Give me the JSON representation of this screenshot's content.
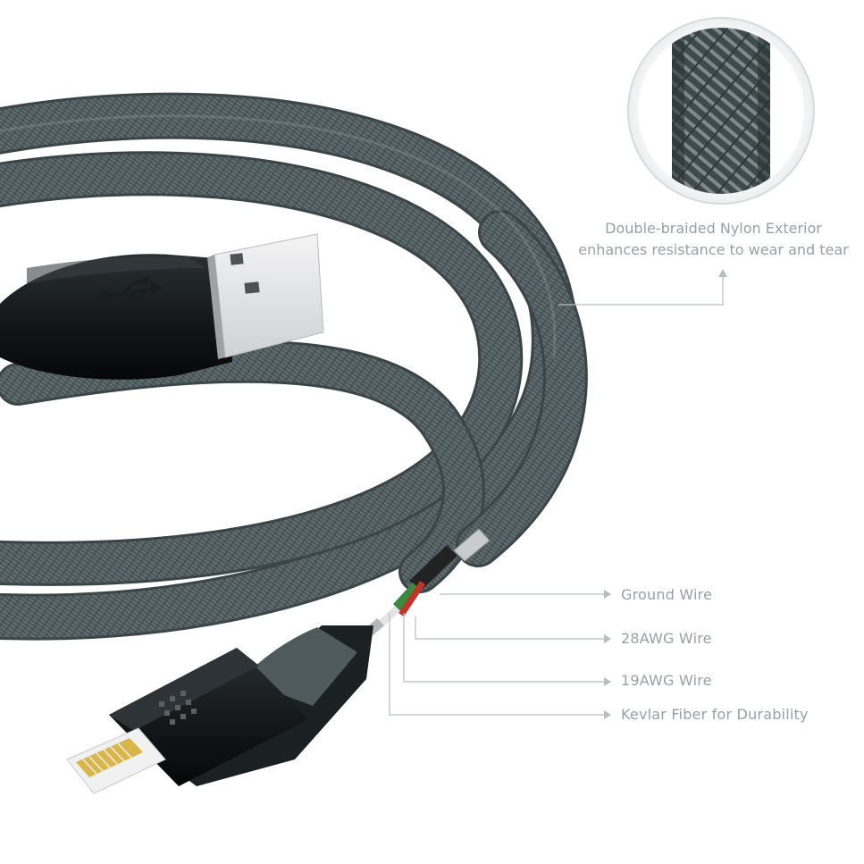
{
  "callouts": {
    "exterior": {
      "line1": "Double-braided Nylon Exterior",
      "line2": "enhances resistance to wear and tear"
    },
    "wires": [
      {
        "label": "Ground Wire"
      },
      {
        "label": "28AWG Wire"
      },
      {
        "label": "19AWG Wire"
      },
      {
        "label": "Kevlar Fiber for Durability"
      }
    ]
  },
  "colors": {
    "cable": "#4b575b",
    "cable_highlight": "#7b8689",
    "connector_body": "#111416",
    "usb_metal": "#e6e7e8",
    "lightning_metal": "#f1f1f1",
    "gold_contacts": "#d9b64a",
    "leader_line": "#b8bcbf",
    "label_text": "#9a9fa3"
  },
  "icons": [
    "usb-symbol-icon",
    "brand-dots-icon"
  ]
}
